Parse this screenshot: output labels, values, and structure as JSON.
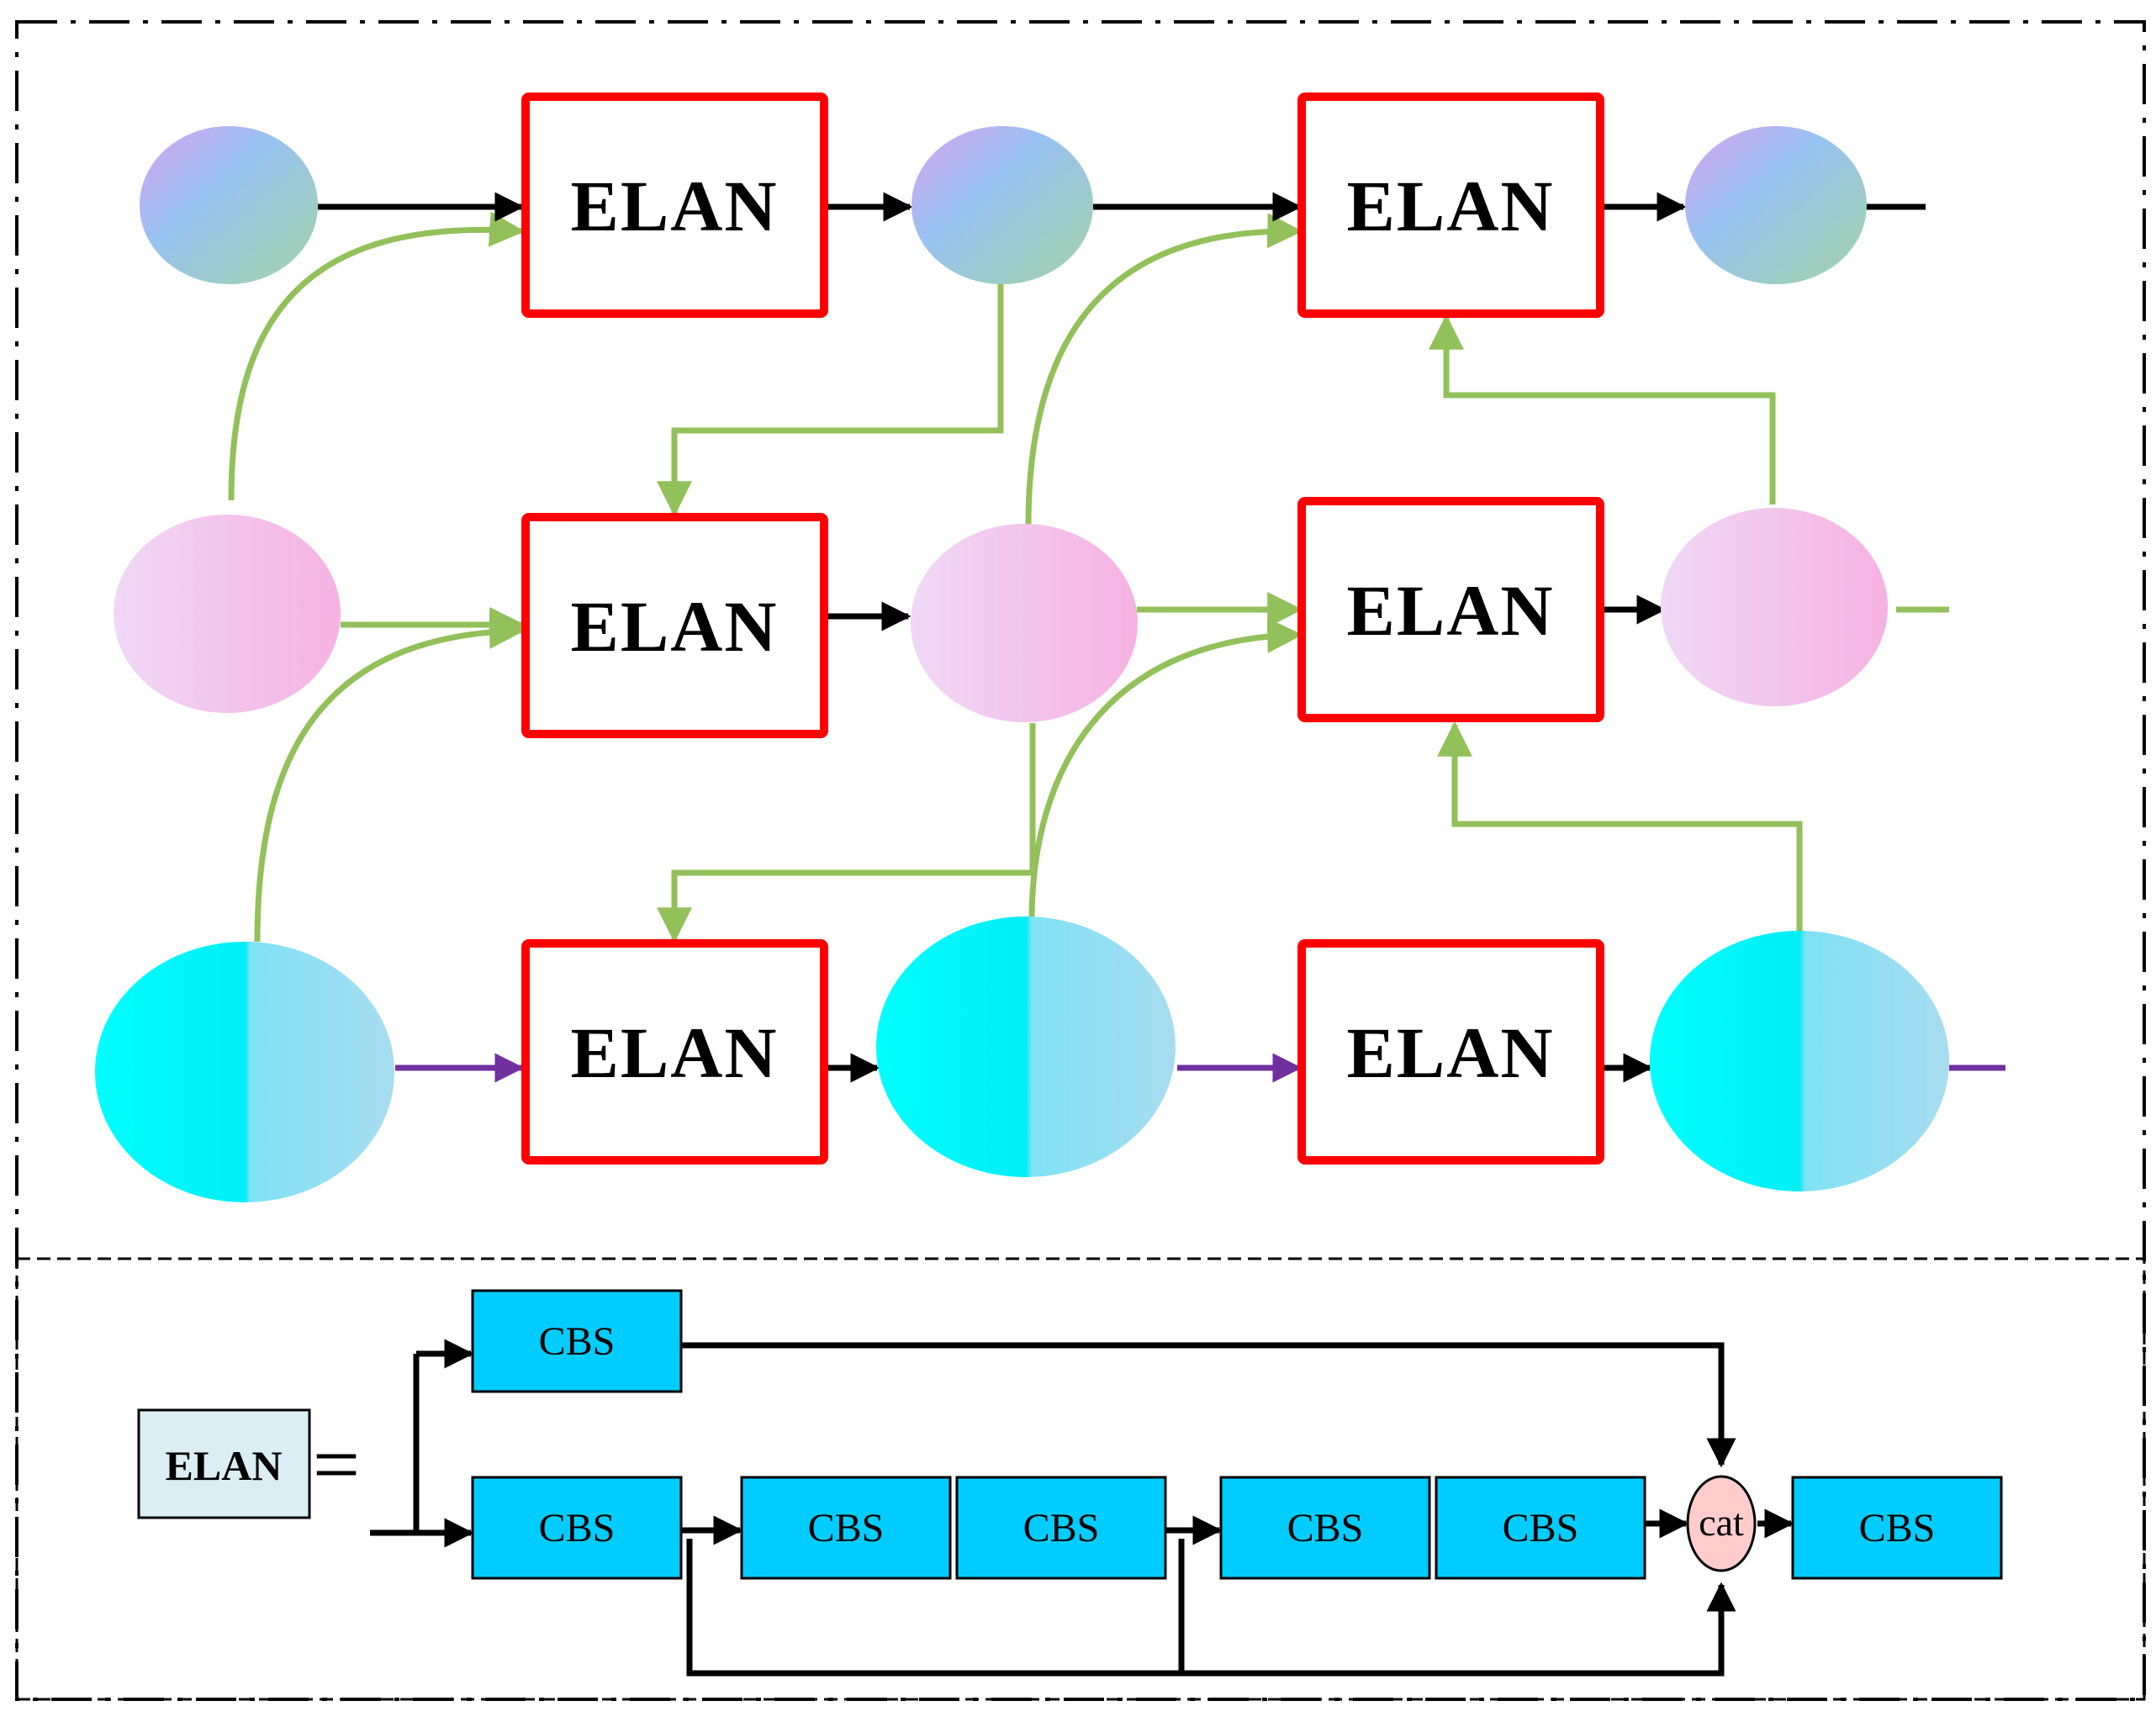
{
  "diagram": {
    "elan_label": "ELAN",
    "cbs_label": "CBS",
    "cat_label": "cat",
    "legend_label": "ELAN",
    "equals_sign": "=",
    "colors": {
      "elan_border": "#ff0000",
      "green_arrow": "#92c05a",
      "black_arrow": "#000000",
      "purple_arrow": "#7030a0",
      "cbs_fill": "#00ccff",
      "cat_fill": "#ffcccc",
      "legend_fill": "#daeef3"
    }
  }
}
